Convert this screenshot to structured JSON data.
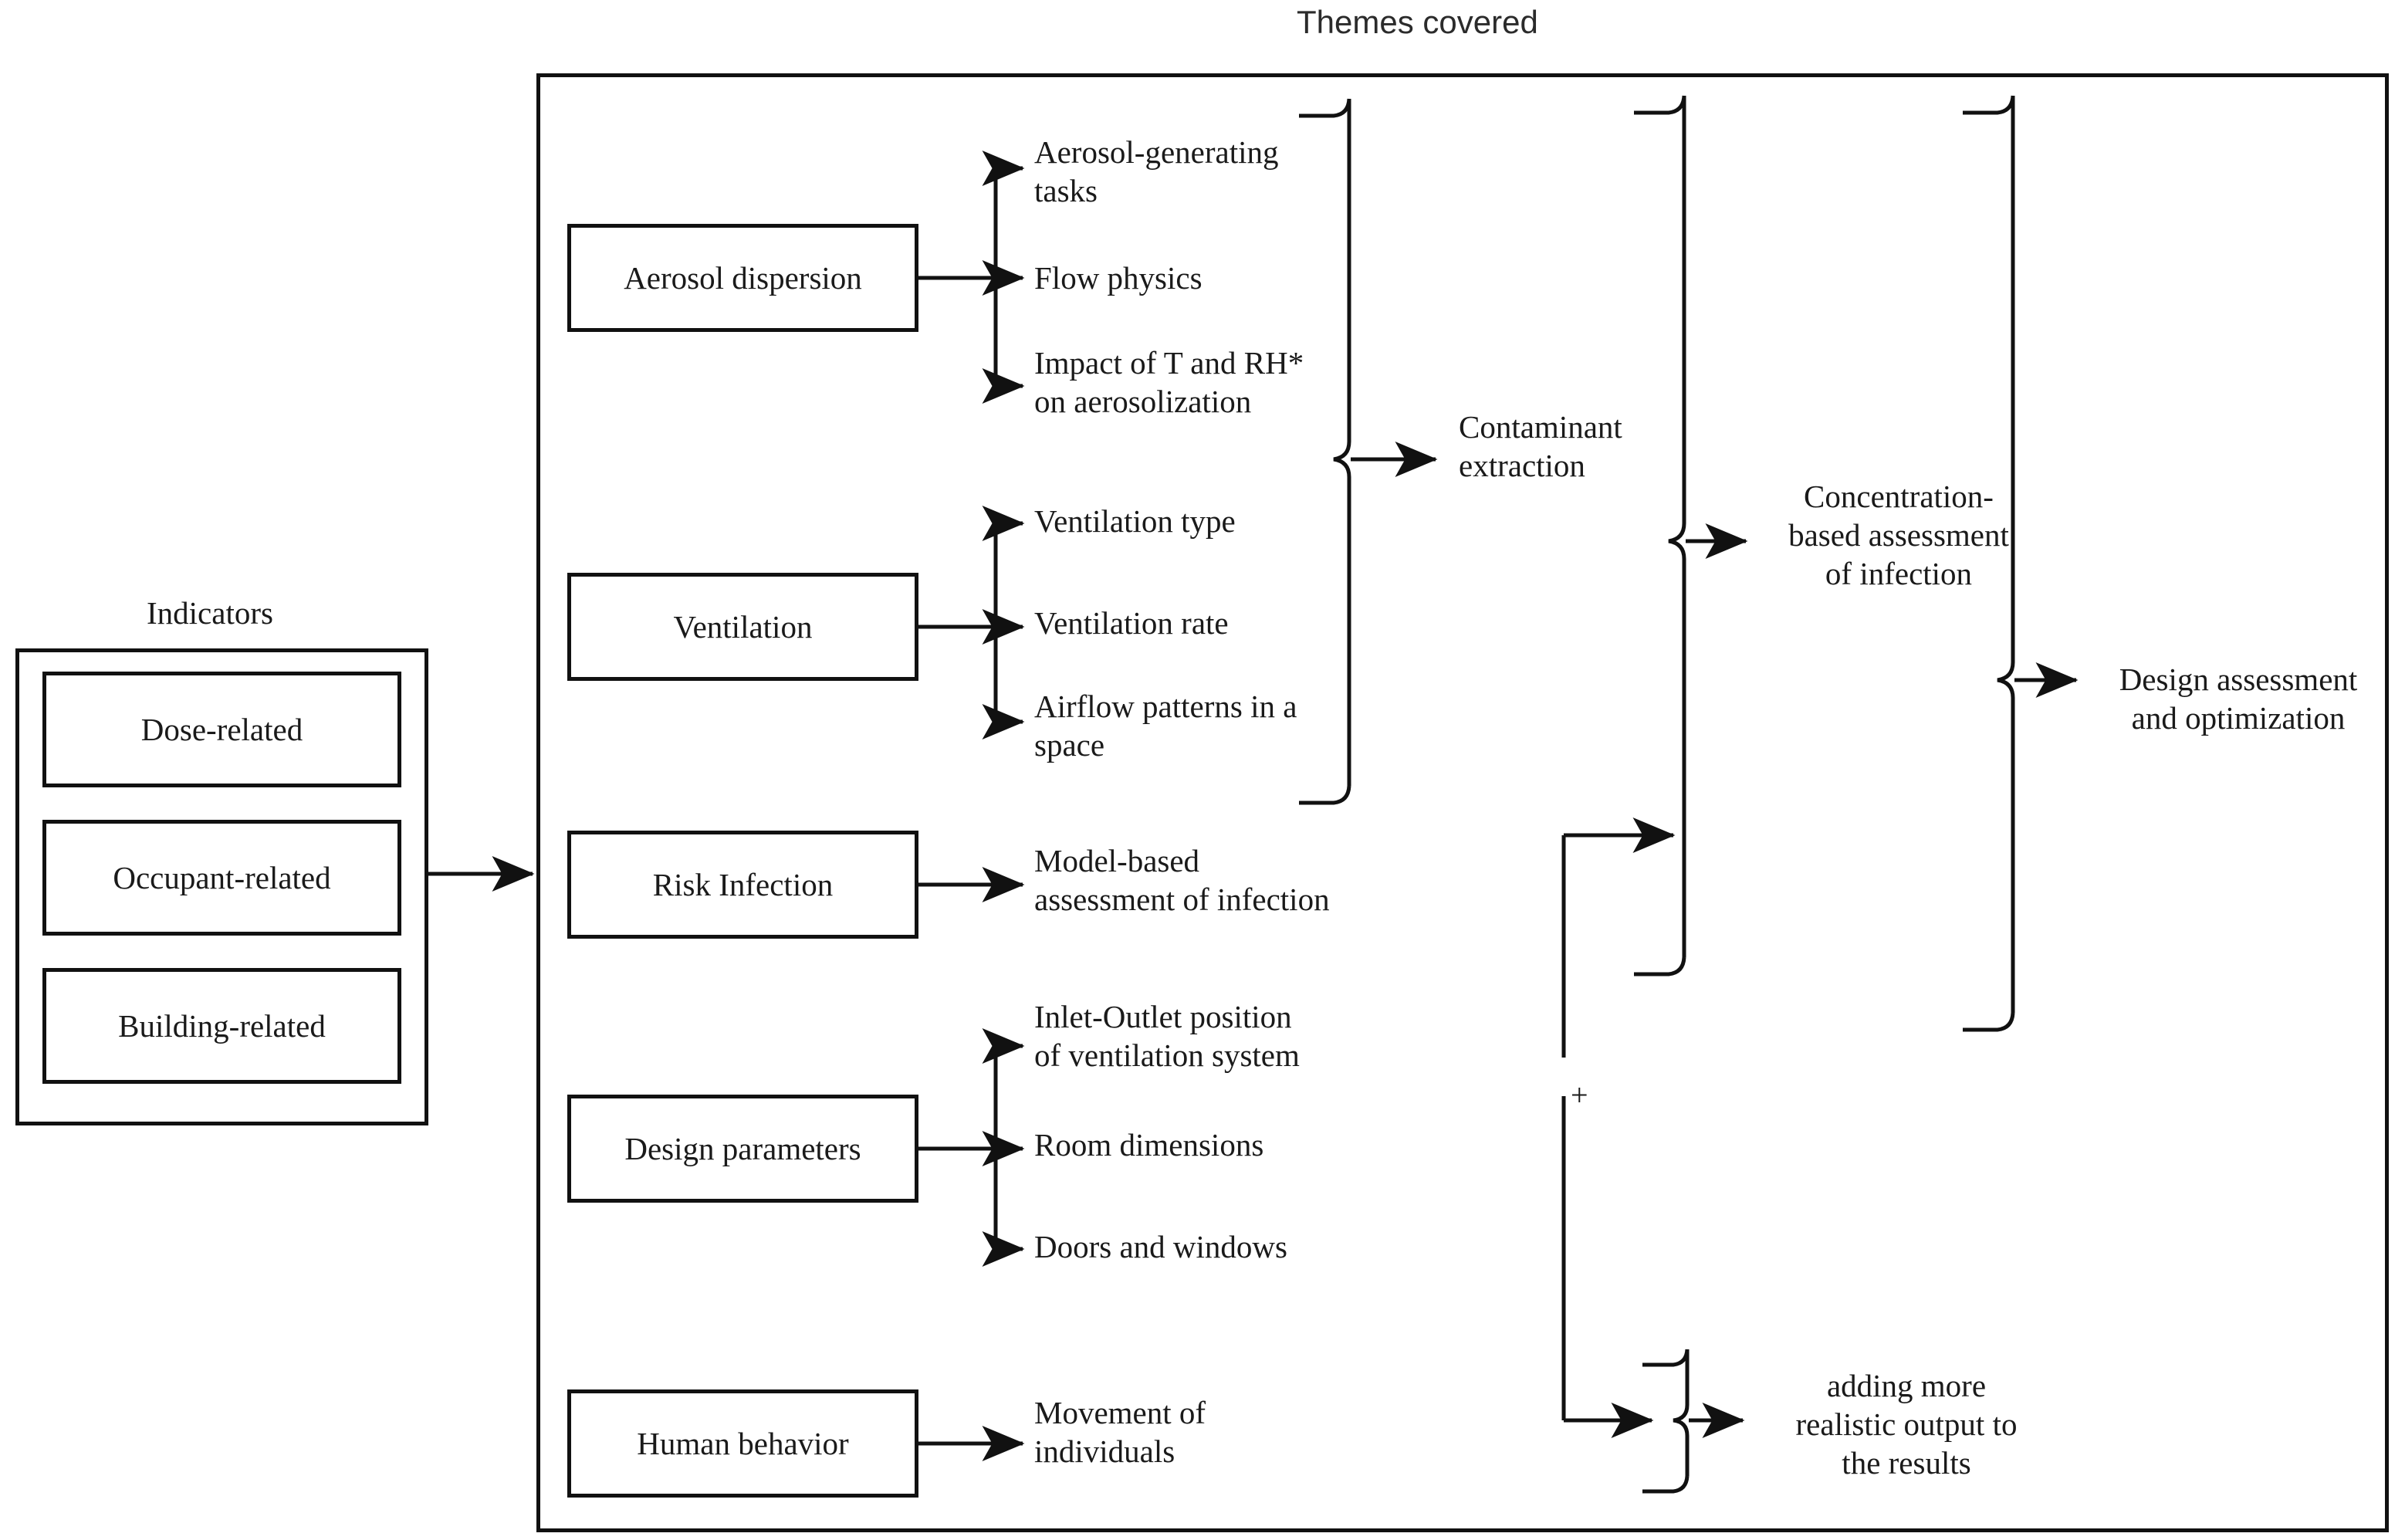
{
  "diagram": {
    "title_right": "Themes covered",
    "title_left": "Indicators",
    "footnote_marker": "*",
    "plus_symbol": "+"
  },
  "indicators": {
    "label": "Indicators",
    "items": [
      {
        "label": "Dose-related"
      },
      {
        "label": "Occupant-related"
      },
      {
        "label": "Building-related"
      }
    ]
  },
  "themes": {
    "label": "Themes covered",
    "categories": [
      {
        "name": "Aerosol dispersion",
        "subthemes": [
          "Aerosol-generating\ntasks",
          "Flow physics",
          "Impact of T and RH*\non aerosolization"
        ]
      },
      {
        "name": "Ventilation",
        "subthemes": [
          "Ventilation type",
          "Ventilation rate",
          "Airflow patterns in a\nspace"
        ]
      },
      {
        "name": "Risk Infection",
        "subthemes": [
          "Model-based\nassessment of infection"
        ]
      },
      {
        "name": "Design parameters",
        "subthemes": [
          "Inlet-Outlet position\nof ventilation system",
          "Room dimensions",
          "Doors and windows"
        ]
      },
      {
        "name": "Human behavior",
        "subthemes": [
          "Movement of\nindividuals"
        ]
      }
    ]
  },
  "outcomes": [
    {
      "id": "contaminant-extraction",
      "label": "Contaminant\nextraction"
    },
    {
      "id": "concentration-based-assessment",
      "label": "Concentration-\nbased assessment\nof infection"
    },
    {
      "id": "design-assessment",
      "label": "Design assessment\nand optimization"
    },
    {
      "id": "realistic-output",
      "label": "adding more\nrealistic output to\nthe results"
    }
  ],
  "colors": {
    "stroke": "#111111",
    "text": "#1a1a1a",
    "title": "#2b2b2b",
    "background": "#ffffff"
  }
}
